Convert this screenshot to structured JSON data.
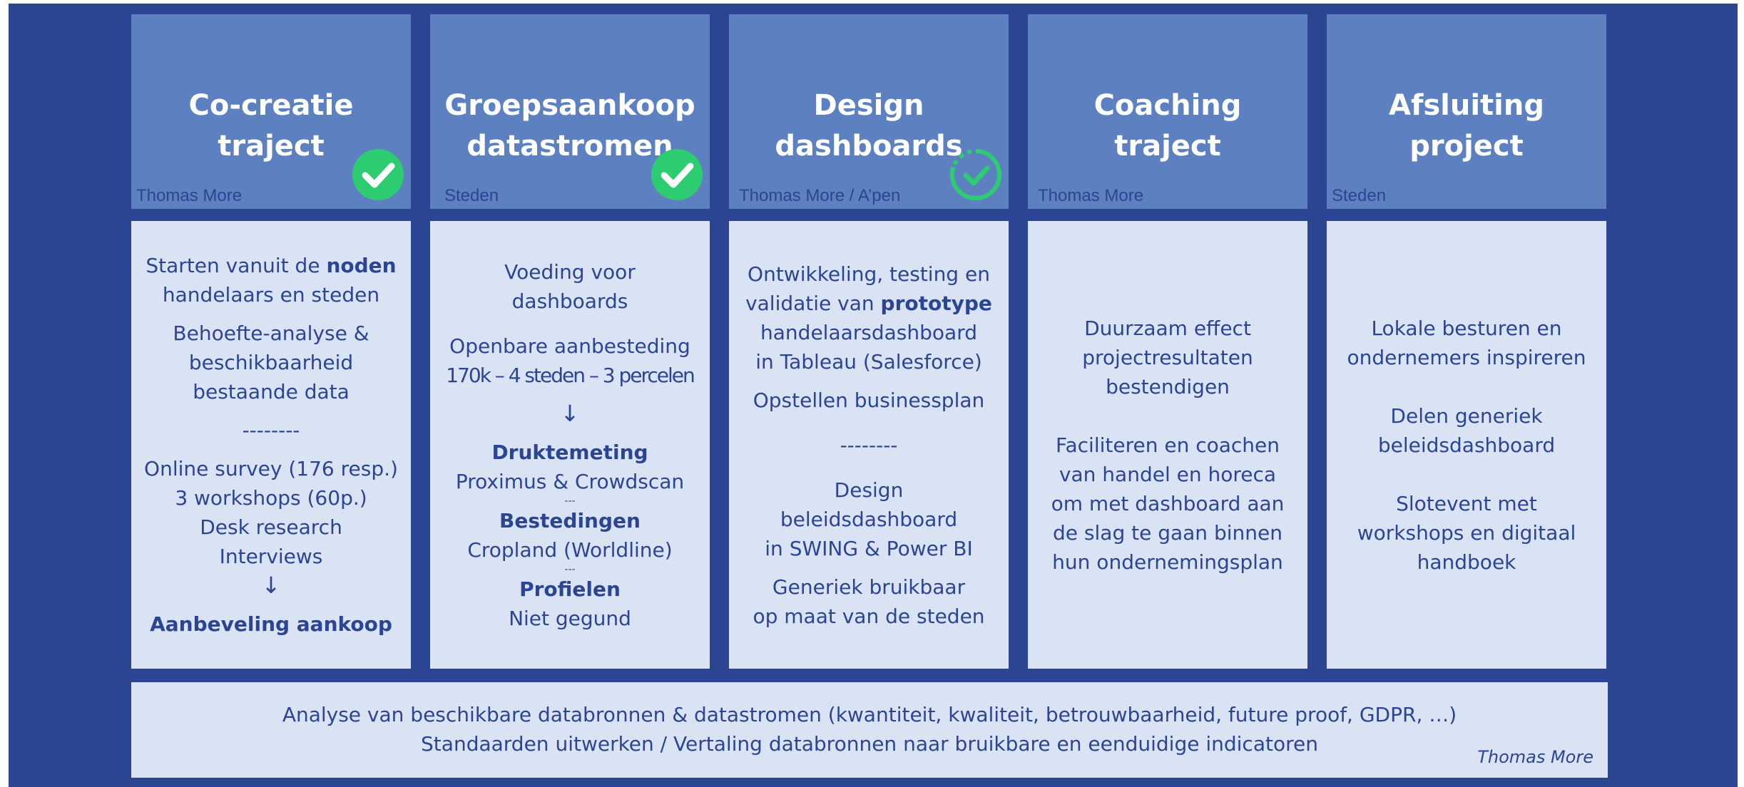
{
  "columns": [
    {
      "title_1": "Co-creatie",
      "title_2": "traject",
      "owner": "Thomas More",
      "status": "done",
      "body": {
        "l1a": "Starten vanuit de ",
        "l1b": "noden",
        "l2": "handelaars en steden",
        "l3": "Behoefte-analyse &",
        "l4": "beschikbaarheid",
        "l5": "bestaande data",
        "sep": "--------",
        "l6": "Online survey (176 resp.)",
        "l7": "3 workshops (60p.)",
        "l8": "Desk research",
        "l9": "Interviews",
        "arrow": "↓",
        "l10": "Aanbeveling aankoop"
      }
    },
    {
      "title_1": "Groepsaankoop",
      "title_2": "datastromen",
      "owner": "Steden",
      "status": "done",
      "body": {
        "l1": "Voeding voor",
        "l2": "dashboards",
        "l3": "Openbare aanbesteding",
        "l4": "170k – 4 steden – 3 percelen",
        "arrow": "↓",
        "h1": "Druktemeting",
        "l5": "Proximus & Crowdscan",
        "sep1": "---",
        "h2": "Bestedingen",
        "l6": "Cropland (Worldline)",
        "sep2": "---",
        "h3": "Profielen",
        "l7": "Niet gegund"
      }
    },
    {
      "title_1": "Design",
      "title_2": "dashboards",
      "owner": "Thomas More / A’pen",
      "status": "in-progress",
      "body": {
        "l1": "Ontwikkeling, testing en",
        "l2a": "validatie van ",
        "l2b": "prototype",
        "l3": "handelaarsdashboard",
        "l4": "in Tableau (Salesforce)",
        "l5": "Opstellen businessplan",
        "sep": "--------",
        "l6": "Design",
        "l7": "beleidsdashboard",
        "l8": "in SWING & Power BI",
        "l9": "Generiek bruikbaar",
        "l10": "op maat van de steden"
      }
    },
    {
      "title_1": "Coaching",
      "title_2": "traject",
      "owner": "Thomas More",
      "status": "none",
      "body": {
        "l1": "Duurzaam effect",
        "l2": "projectresultaten",
        "l3": "bestendigen",
        "l4": "Faciliteren en coachen",
        "l5": "van handel en horeca",
        "l6": "om met dashboard aan",
        "l7": "de slag te gaan binnen",
        "l8": "hun ondernemingsplan"
      }
    },
    {
      "title_1": "Afsluiting",
      "title_2": "project",
      "owner": "Steden",
      "status": "none",
      "body": {
        "l1": "Lokale besturen en",
        "l2": "ondernemers inspireren",
        "l3": "Delen generiek",
        "l4": "beleidsdashboard",
        "l5": "Slotevent met",
        "l6": "workshops en digitaal",
        "l7": "handboek"
      }
    }
  ],
  "bottom": {
    "line1": "Analyse van beschikbare databronnen & datastromen (kwantiteit, kwaliteit, betrouwbaarheid, future proof, GDPR, …)",
    "line2": "Standaarden uitwerken / Vertaling databronnen naar bruikbare en eenduidige indicatoren",
    "owner": "Thomas More"
  },
  "colors": {
    "background": "#2c4593",
    "header": "#5d80c0",
    "panel": "#dae3f3",
    "text": "#2c4593",
    "check": "#2ecc71"
  },
  "icons": {
    "done": "check-circle-icon",
    "in_progress": "progress-check-icon"
  }
}
